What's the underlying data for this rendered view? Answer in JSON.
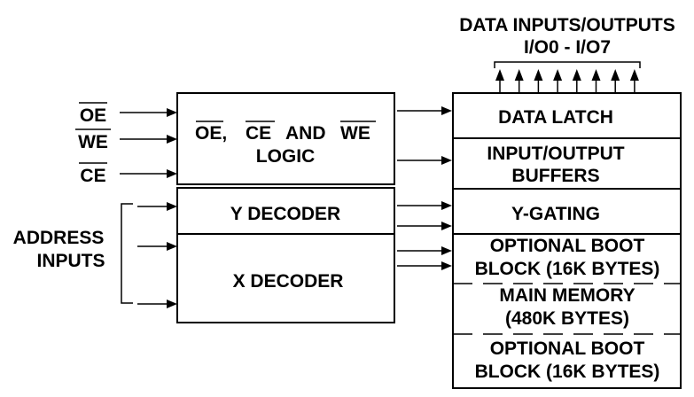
{
  "header": {
    "line1": "DATA INPUTS/OUTPUTS",
    "line2": "I/O0 - I/O7"
  },
  "signals": {
    "oe": "OE",
    "we": "WE",
    "ce": "CE"
  },
  "address": {
    "line1": "ADDRESS",
    "line2": "INPUTS"
  },
  "logic_block": {
    "line1_oe": "OE,",
    "line1_ce": "CE",
    "line1_and": "AND",
    "line1_we": "WE",
    "line2": "LOGIC"
  },
  "y_decoder": "Y DECODER",
  "x_decoder": "X DECODER",
  "memory": {
    "data_latch": "DATA LATCH",
    "io_buffers_line1": "INPUT/OUTPUT",
    "io_buffers_line2": "BUFFERS",
    "y_gating": "Y-GATING",
    "boot_top_line1": "OPTIONAL BOOT",
    "boot_top_line2": "BLOCK (16K BYTES)",
    "main_line1": "MAIN MEMORY",
    "main_line2": "(480K BYTES)",
    "boot_bottom_line1": "OPTIONAL BOOT",
    "boot_bottom_line2": "BLOCK (16K BYTES)"
  }
}
